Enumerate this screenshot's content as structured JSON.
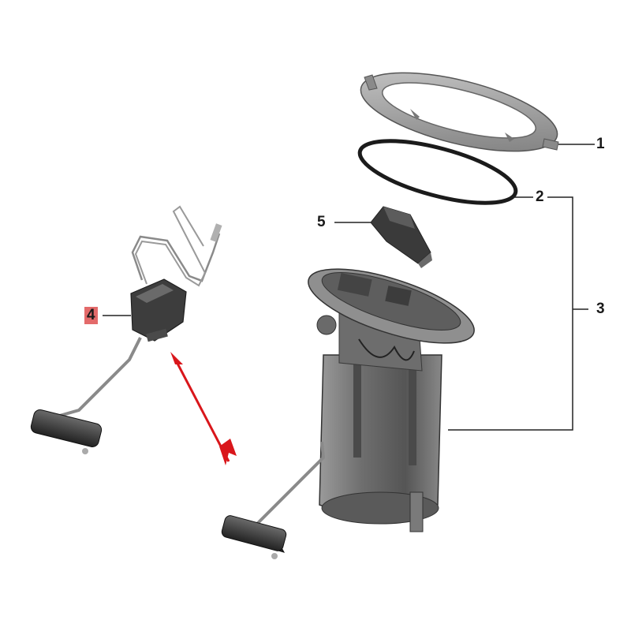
{
  "diagram": {
    "callouts": [
      {
        "id": "1",
        "label": "1"
      },
      {
        "id": "2",
        "label": "2"
      },
      {
        "id": "3",
        "label": "3"
      },
      {
        "id": "4",
        "label": "4",
        "highlighted": true
      },
      {
        "id": "5",
        "label": "5"
      }
    ],
    "highlight_color": "#e36a6a",
    "arrow_color": "#d9161b",
    "parts": [
      {
        "callout": "1",
        "icon": "locking-ring-icon"
      },
      {
        "callout": "2",
        "icon": "sealing-ring-icon"
      },
      {
        "callout": "3",
        "icon": "fuel-pump-assembly-icon"
      },
      {
        "callout": "4",
        "icon": "fuel-level-sensor-icon"
      },
      {
        "callout": "5",
        "icon": "connector-cover-icon"
      }
    ]
  }
}
